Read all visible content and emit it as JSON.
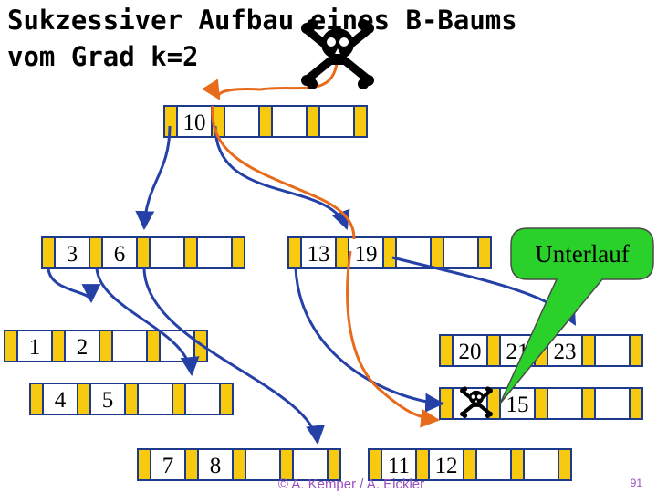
{
  "slide": {
    "title_line1": "Sukzessiver Aufbau eines B-Baums",
    "title_line2": "vom Grad k=2",
    "footer": "© A. Kemper / A. Eickler",
    "page_number": "91"
  },
  "callout": {
    "text": "Unterlauf"
  },
  "icons": [
    "skull-crossbones-icon",
    "skull-crossbones-icon"
  ],
  "colors": {
    "pointer_slot": "#f7c90f",
    "node_border": "#1e3a8a",
    "tree_edge": "#2541a8",
    "path_edge": "#e86b1c",
    "callout_fill": "#2bd12b",
    "footer_text": "#9b4fc4"
  },
  "nodes": {
    "root": {
      "keys": [
        "10",
        "",
        "",
        ""
      ]
    },
    "left_inner": {
      "keys": [
        "3",
        "6",
        "",
        ""
      ]
    },
    "right_inner": {
      "keys": [
        "13",
        "19",
        "",
        ""
      ]
    },
    "leaf_1_2": {
      "keys": [
        "1",
        "2",
        "",
        ""
      ]
    },
    "leaf_4_5": {
      "keys": [
        "4",
        "5",
        "",
        ""
      ]
    },
    "leaf_7_8": {
      "keys": [
        "7",
        "8",
        "",
        ""
      ]
    },
    "leaf_11_12": {
      "keys": [
        "11",
        "12",
        "",
        ""
      ]
    },
    "leaf_15": {
      "keys": [
        "",
        "15",
        "",
        ""
      ]
    },
    "leaf_20_21_23": {
      "keys": [
        "20",
        "21",
        "23",
        ""
      ]
    }
  }
}
